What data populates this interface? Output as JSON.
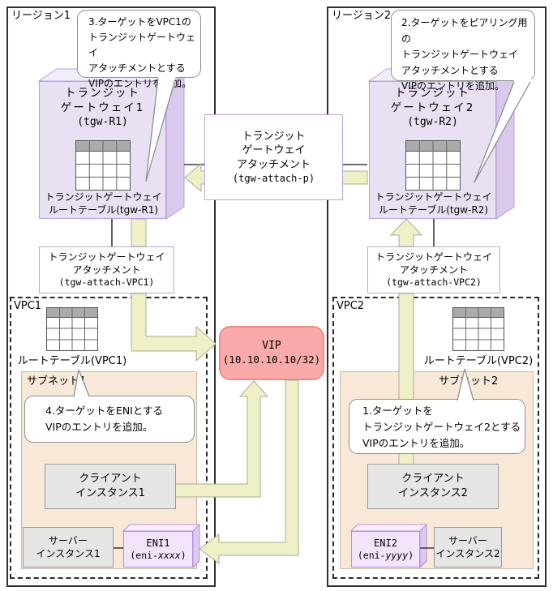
{
  "colors": {
    "arrow_fill": "#EFEFC8",
    "purple_box": "#E9E0F4",
    "purple_border": "#B9A0DA",
    "subnet_fill": "#F8E8D8",
    "vip_fill": "#FBAAAA",
    "vip_border": "#EE8A8A",
    "instance_fill": "#E6E6E6",
    "eni_fill": "#F1E4FB"
  },
  "region1": {
    "label": "リージョン1",
    "note": {
      "l1": "3.ターゲットをVPC1の",
      "l2": "トランジットゲートウェイ",
      "l3": "アタッチメントとする",
      "l4": "VIPのエントリを追加。"
    },
    "tgw": {
      "t1": "トランジット",
      "t2": "ゲートウェイ1",
      "t3": "(tgw-R1)",
      "rt1": "トランジットゲートウェイ",
      "rt2": "ルートテーブル(tgw-R1)"
    },
    "attachment": {
      "l1": "トランジットゲートウェイ",
      "l2": "アタッチメント",
      "l3": "(tgw-attach-VPC1)"
    },
    "vpc": {
      "label": "VPC1",
      "rt_label": "ルートテーブル(VPC1)",
      "subnet": {
        "label": "サブネット1",
        "note": {
          "l1": "4.ターゲットをENIとする",
          "l2": "VIPのエントリを追加。"
        },
        "client": {
          "l1": "クライアント",
          "l2": "インスタンス1"
        },
        "server": {
          "l1": "サーバー",
          "l2": "インスタンス1"
        },
        "eni": {
          "name": "ENI1",
          "id_prefix": "(eni-",
          "id_var": "xxxx",
          "id_suffix": ")"
        }
      }
    }
  },
  "region2": {
    "label": "リージョン2",
    "note": {
      "l1": "2.ターゲットをピアリング用の",
      "l2": "トランジットゲートウェイ",
      "l3": "アタッチメントとする",
      "l4": "VIPのエントリを追加。"
    },
    "tgw": {
      "t1": "トランジット",
      "t2": "ゲートウェイ2",
      "t3": "(tgw-R2)",
      "rt1": "トランジットゲートウェイ",
      "rt2": "ルートテーブル(tgw-R2)"
    },
    "attachment": {
      "l1": "トランジットゲートウェイ",
      "l2": "アタッチメント",
      "l3": "(tgw-attach-VPC2)"
    },
    "vpc": {
      "label": "VPC2",
      "rt_label": "ルートテーブル(VPC2)",
      "subnet": {
        "label": "サブネット2",
        "note": {
          "l1": "1.ターゲットを",
          "l2": "トランジットゲートウェイ2とする",
          "l3": "VIPのエントリを追加。"
        },
        "client": {
          "l1": "クライアント",
          "l2": "インスタンス2"
        },
        "server": {
          "l1": "サーバー",
          "l2": "インスタンス2"
        },
        "eni": {
          "name": "ENI2",
          "id_prefix": "(eni-",
          "id_var": "yyyy",
          "id_suffix": ")"
        }
      }
    }
  },
  "peering": {
    "l1": "トランジット",
    "l2": "ゲートウェイ",
    "l3": "アタッチメント",
    "l4": "(tgw-attach-p)"
  },
  "vip": {
    "l1": "VIP",
    "l2": "(10.10.10.10/32)"
  }
}
